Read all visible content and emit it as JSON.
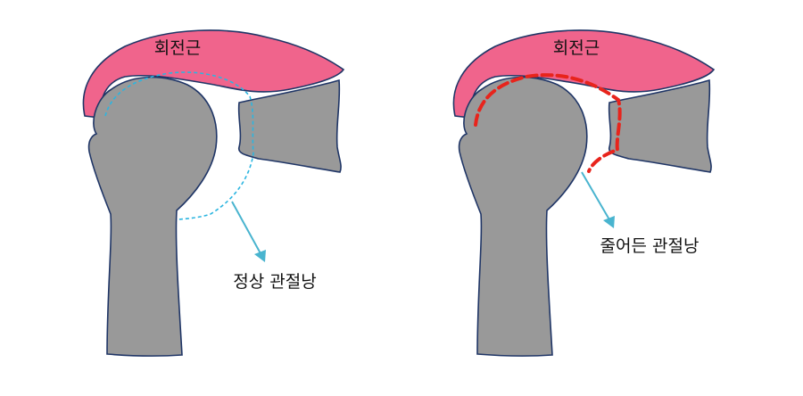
{
  "left_panel": {
    "muscle_label": "회전근",
    "capsule_label": "정상 관절낭"
  },
  "right_panel": {
    "muscle_label": "회전근",
    "capsule_label": "줄어든 관절낭"
  },
  "colors": {
    "muscle_fill": "#f0648c",
    "bone_fill": "#999999",
    "outline": "#1f3566",
    "normal_capsule": "#2bb5e0",
    "shrunken_capsule": "#e8241c",
    "arrow": "#49b4cf"
  }
}
